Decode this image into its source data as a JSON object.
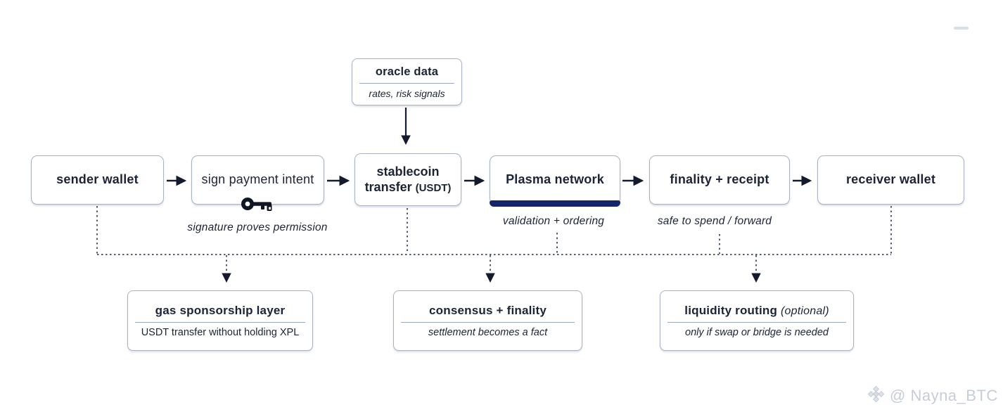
{
  "oracle": {
    "title": "oracle data",
    "subtitle": "rates, risk signals"
  },
  "flow": {
    "sender": {
      "label": "sender wallet"
    },
    "sign": {
      "label": "sign payment intent",
      "caption": "signature proves permission"
    },
    "stablecoin": {
      "line1": "stablecoin",
      "line2": "transfer",
      "suffix": "(USDT)"
    },
    "plasma": {
      "label": "Plasma network",
      "caption": "validation + ordering"
    },
    "finality": {
      "label": "finality + receipt",
      "caption": "safe to spend / forward"
    },
    "receiver": {
      "label": "receiver wallet"
    }
  },
  "layers": {
    "gas": {
      "title": "gas sponsorship layer",
      "subtitle": "USDT transfer without holding XPL"
    },
    "consensus": {
      "title": "consensus + finality",
      "subtitle": "settlement becomes a fact"
    },
    "liquidity": {
      "title": "liquidity routing",
      "title_suffix": "(optional)",
      "subtitle": "only if swap or bridge is needed"
    }
  },
  "watermark": {
    "handle": "@ Nayna_BTC"
  },
  "icons": {
    "key": "key-icon",
    "logo": "binance-diamond-icon"
  },
  "colors": {
    "ink": "#1b2435",
    "box_border": "#a9b3c2",
    "plasma_underline": "#16246b",
    "dotted_line": "#3f4a5e",
    "solid_arrow": "#141b2c",
    "watermark": "#c7cdd8"
  }
}
